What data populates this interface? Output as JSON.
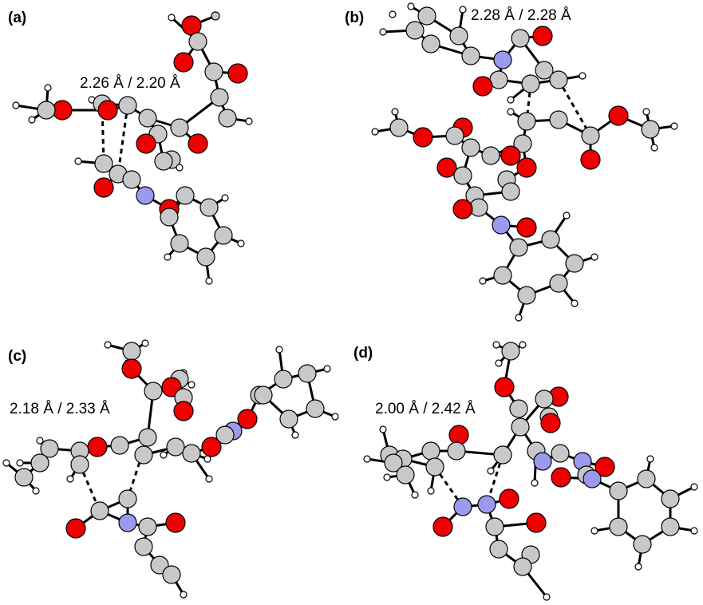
{
  "colors": {
    "carbon": "#c8c8c8",
    "oxygen": "#ee0000",
    "nitrogen": "#9a9aee",
    "hydrogen": "#ffffff"
  },
  "panels": [
    {
      "label": "(a)",
      "distances": "2.26 Å / 2.20 Å"
    },
    {
      "label": "(b)",
      "distances": "2.28 Å / 2.28 Å"
    },
    {
      "label": "(c)",
      "distances": "2.18 Å / 2.33 Å"
    },
    {
      "label": "(d)",
      "distances": "2.00 Å / 2.42 Å"
    }
  ]
}
